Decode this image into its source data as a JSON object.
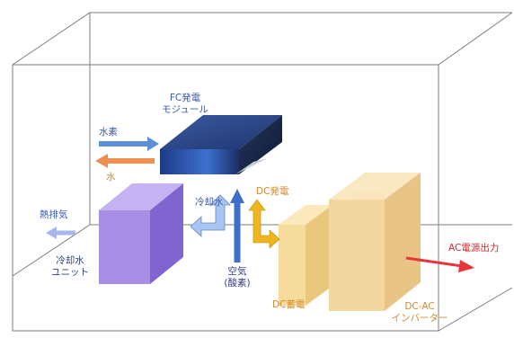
{
  "labels": {
    "fc_module": [
      "FC発電",
      "モジュール"
    ],
    "hydrogen_in": "水素",
    "water_out": "水",
    "coolant": "冷却水",
    "dc_generation": "DC発電",
    "exhaust_heat": "熱排気",
    "cooling_unit": [
      "冷却水",
      "ユニット"
    ],
    "air": [
      "空気",
      "(酸素)"
    ],
    "dc_storage": "DC蓄電",
    "inverter": [
      "DC-AC",
      "インバーター"
    ],
    "ac_output": "AC電源出力"
  },
  "colors": {
    "fc_module": "#2c4a8c",
    "cooling_unit": "#a98ee6",
    "dc_storage": "#f5dc9c",
    "inverter": "#f3d7a0",
    "hydrogen_arrow": "#5b8fdc",
    "water_arrow": "#ed9050",
    "coolant_arrow": "#a9c4ef",
    "air_arrow": "#3f6fca",
    "dc_arrow": "#f0b51e",
    "exhaust_arrow": "#a6b7ea",
    "ac_arrow": "#e8333b",
    "text_blue": "#3b5aa8",
    "text_orange": "#d68a2a",
    "text_dark": "#2f3f8a"
  }
}
